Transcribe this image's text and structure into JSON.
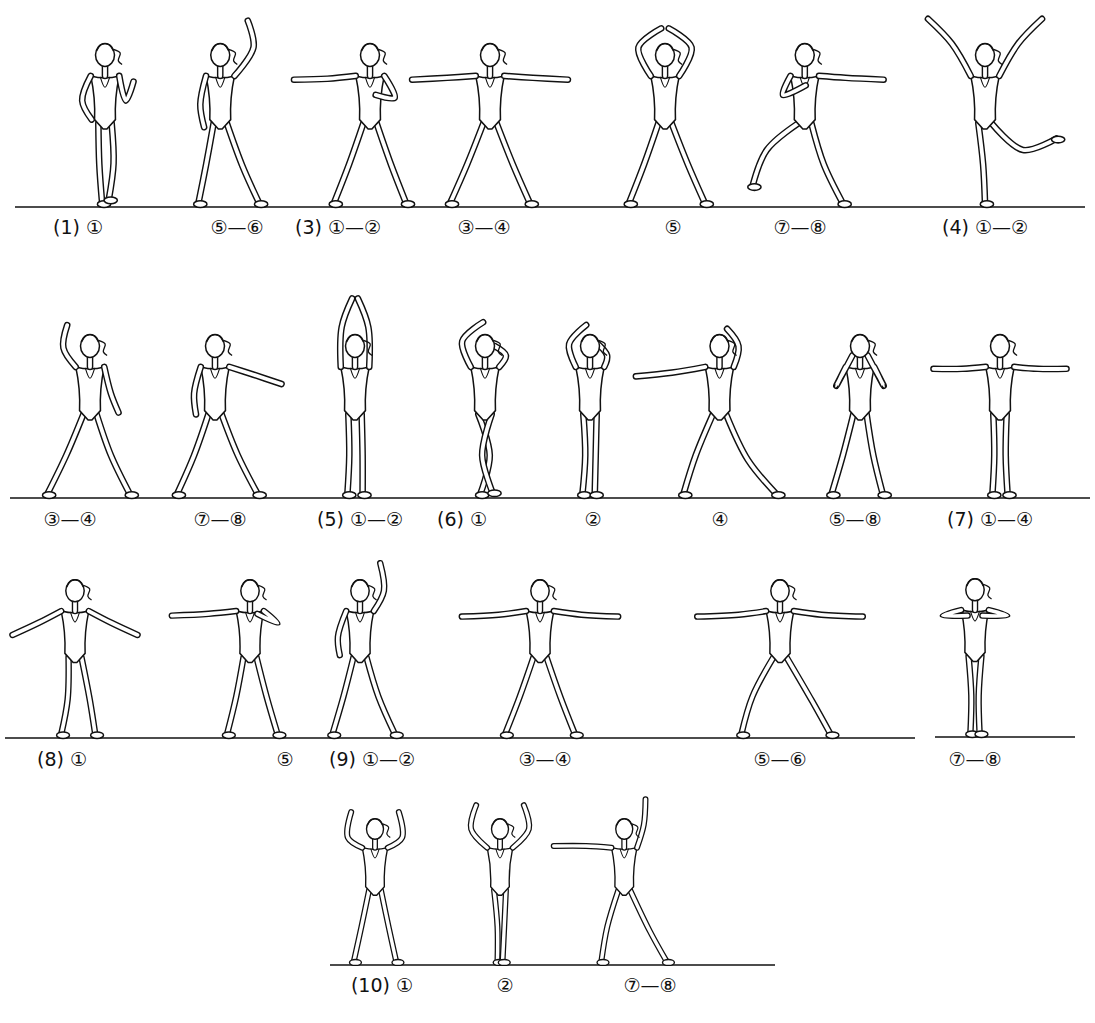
{
  "diagram": {
    "labels": [
      "(1) ①",
      "⑤—⑥",
      "(3) ①—②",
      "③—④",
      "⑤",
      "⑦—⑧",
      "(4) ①—②",
      "③—④",
      "⑦—⑧",
      "(5) ①—②",
      "(6) ①",
      "②",
      "④",
      "⑤—⑧",
      "(7) ①—④",
      "(8) ①",
      "⑤",
      "(9) ①—②",
      "③—④",
      "⑤—⑥",
      "⑦—⑧",
      "(10) ①",
      "②",
      "⑦—⑧"
    ]
  }
}
